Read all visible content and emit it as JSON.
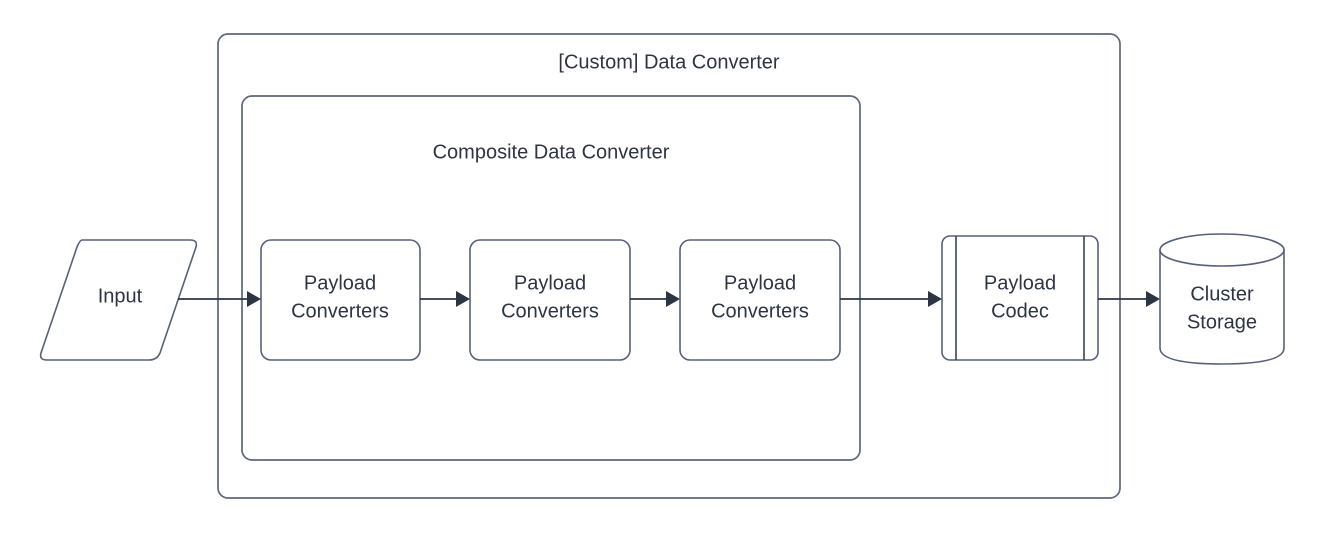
{
  "diagram": {
    "title": "[Custom] Data Converter",
    "theme": {
      "background": "#ffffff",
      "shape_fill": "#ffffff",
      "shape_stroke": "#56607a",
      "container_stroke": "#5d6779",
      "text_color": "#2d3544",
      "connector_color": "#2d3544"
    },
    "containers": [
      {
        "id": "custom-data-converter",
        "label": "[Custom] Data Converter"
      },
      {
        "id": "composite-data-converter",
        "label": "Composite Data Converter"
      }
    ],
    "nodes": [
      {
        "id": "input",
        "shape": "parallelogram",
        "label": "Input",
        "lines": [
          "Input"
        ]
      },
      {
        "id": "payload-converters-1",
        "shape": "rounded-rectangle",
        "label": "Payload Converters",
        "lines": [
          "Payload",
          "Converters"
        ]
      },
      {
        "id": "payload-converters-2",
        "shape": "rounded-rectangle",
        "label": "Payload Converters",
        "lines": [
          "Payload",
          "Converters"
        ]
      },
      {
        "id": "payload-converters-3",
        "shape": "rounded-rectangle",
        "label": "Payload Converters",
        "lines": [
          "Payload",
          "Converters"
        ]
      },
      {
        "id": "payload-codec",
        "shape": "process",
        "label": "Payload Codec",
        "lines": [
          "Payload",
          "Codec"
        ]
      },
      {
        "id": "cluster-storage",
        "shape": "cylinder",
        "label": "Cluster Storage",
        "lines": [
          "Cluster",
          "Storage"
        ]
      }
    ],
    "edges": [
      {
        "id": "edge-input-to-pc1",
        "from": "input",
        "to": "payload-converters-1"
      },
      {
        "id": "edge-pc1-to-pc2",
        "from": "payload-converters-1",
        "to": "payload-converters-2"
      },
      {
        "id": "edge-pc2-to-pc3",
        "from": "payload-converters-2",
        "to": "payload-converters-3"
      },
      {
        "id": "edge-pc3-to-codec",
        "from": "payload-converters-3",
        "to": "payload-codec"
      },
      {
        "id": "edge-codec-to-storage",
        "from": "payload-codec",
        "to": "cluster-storage"
      }
    ]
  }
}
